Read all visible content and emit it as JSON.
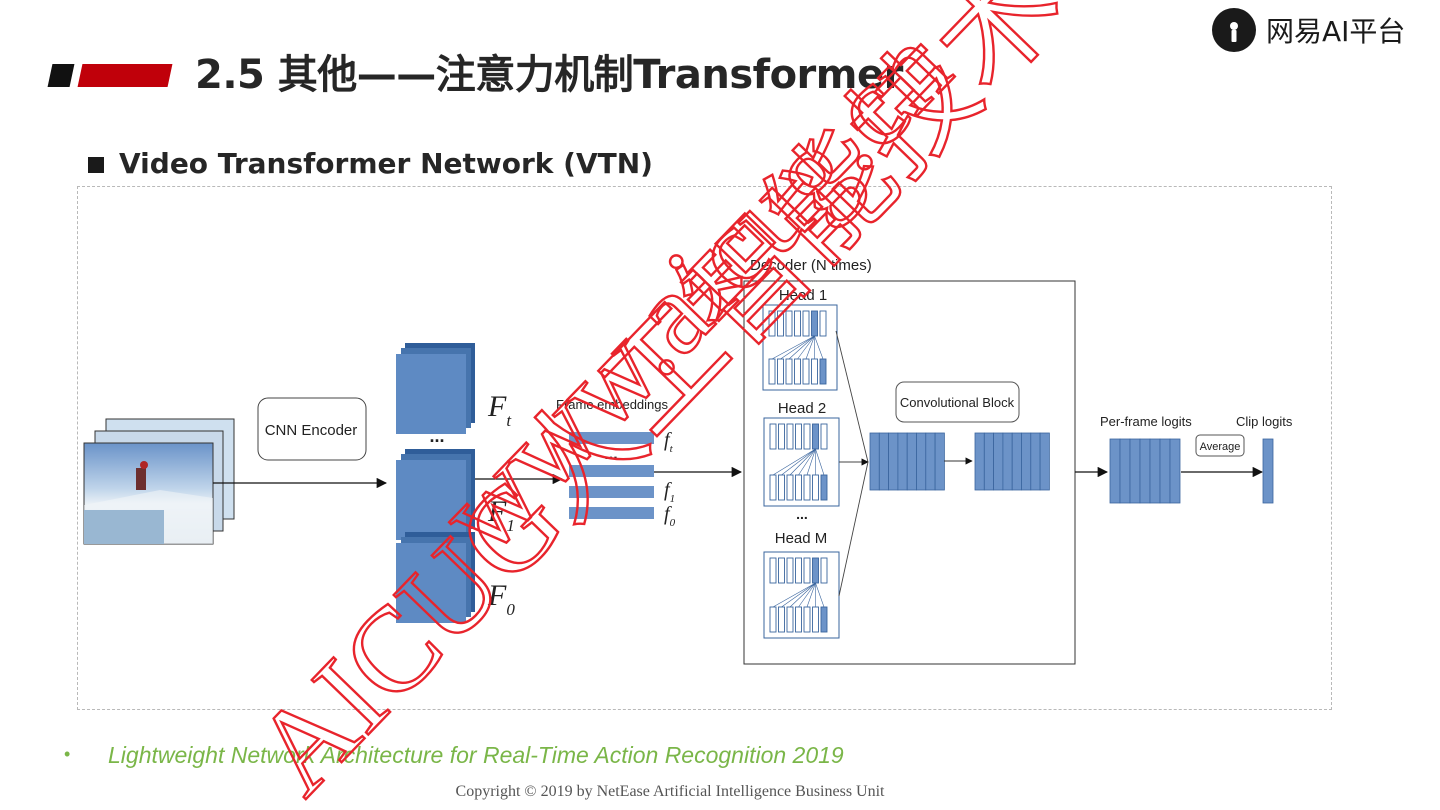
{
  "header": {
    "title": "2.5  其他——注意力机制Transformer",
    "logo_text": "网易AI平台",
    "accent_red": "#c0000a"
  },
  "section": {
    "subtitle": "Video Transformer Network (VTN)"
  },
  "diagram": {
    "cnn_encoder": "CNN Encoder",
    "feature_maps": {
      "F_t": "F",
      "F_t_sub": "t",
      "F_1": "F",
      "F_1_sub": "1",
      "F_0": "F",
      "F_0_sub": "0",
      "dots": "..."
    },
    "frame_embeddings": {
      "label": "Frame embeddings",
      "dots": "...",
      "f_t": "f",
      "f_t_sub": "t",
      "f_1": "f",
      "f_1_sub": "1",
      "f_0": "f",
      "f_0_sub": "0"
    },
    "decoder": {
      "label": "Decoder (N times)",
      "head_1": "Head 1",
      "head_2": "Head 2",
      "head_m": "Head M",
      "dots": "..."
    },
    "conv_block": "Convolutional Block",
    "per_frame_logits": "Per-frame logits",
    "average": "Average",
    "clip_logits": "Clip logits",
    "box_blue": "#6c93c8",
    "box_dark": "#3a659e"
  },
  "reference": {
    "bullet": "•",
    "text": "Lightweight Network Architecture for Real-Time Action Recognition 2019",
    "color": "#7ab648"
  },
  "footer": {
    "copyright": "Copyright © 2019 by NetEase Artificial Intelligence Business Unit"
  },
  "watermark": {
    "url": "www.aicug.cn",
    "community": "AICUG人工智能技术社区",
    "color": "#e8242c"
  }
}
